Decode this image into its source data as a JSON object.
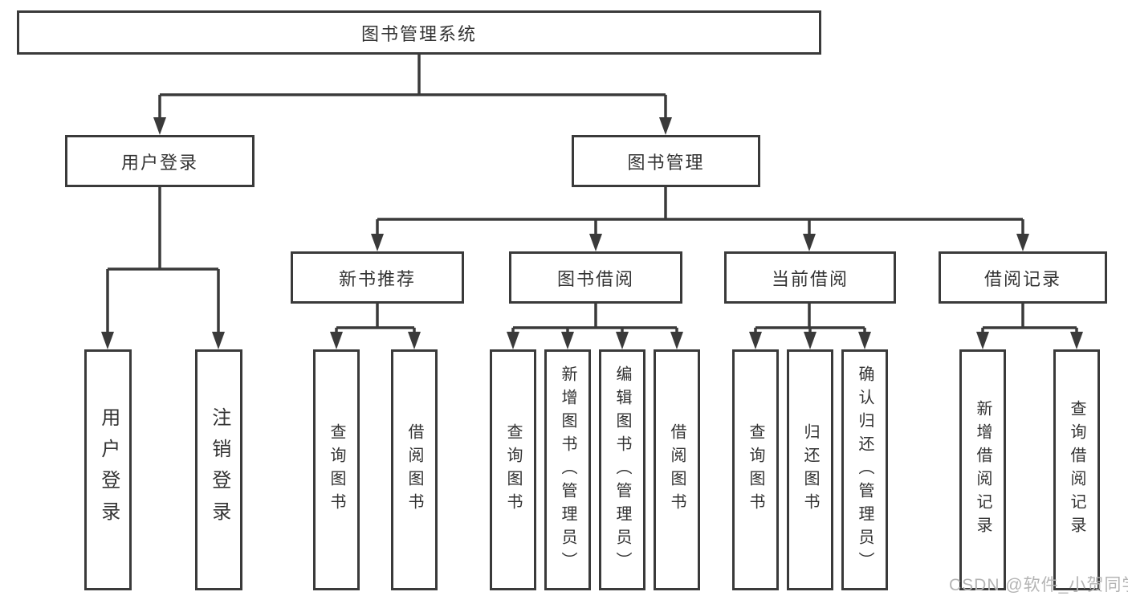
{
  "diagram": {
    "root": "图书管理系统",
    "branches": [
      {
        "label": "用户登录",
        "leaves": [
          "用户登录",
          "注销登录"
        ]
      },
      {
        "label": "图书管理",
        "groups": [
          {
            "label": "新书推荐",
            "leaves": [
              "查询图书",
              "借阅图书"
            ]
          },
          {
            "label": "图书借阅",
            "leaves": [
              "查询图书",
              "新增图书（管理员）",
              "编辑图书（管理员）",
              "借阅图书"
            ]
          },
          {
            "label": "当前借阅",
            "leaves": [
              "查询图书",
              "归还图书",
              "确认归还（管理员）"
            ]
          },
          {
            "label": "借阅记录",
            "leaves": [
              "新增借阅记录",
              "查询借阅记录"
            ]
          }
        ]
      }
    ]
  },
  "watermark": "CSDN @软件_小贺同学",
  "colors": {
    "line": "#3a3a3a",
    "text": "#333333",
    "watermark": "#b4b4b4",
    "background": "#ffffff"
  }
}
